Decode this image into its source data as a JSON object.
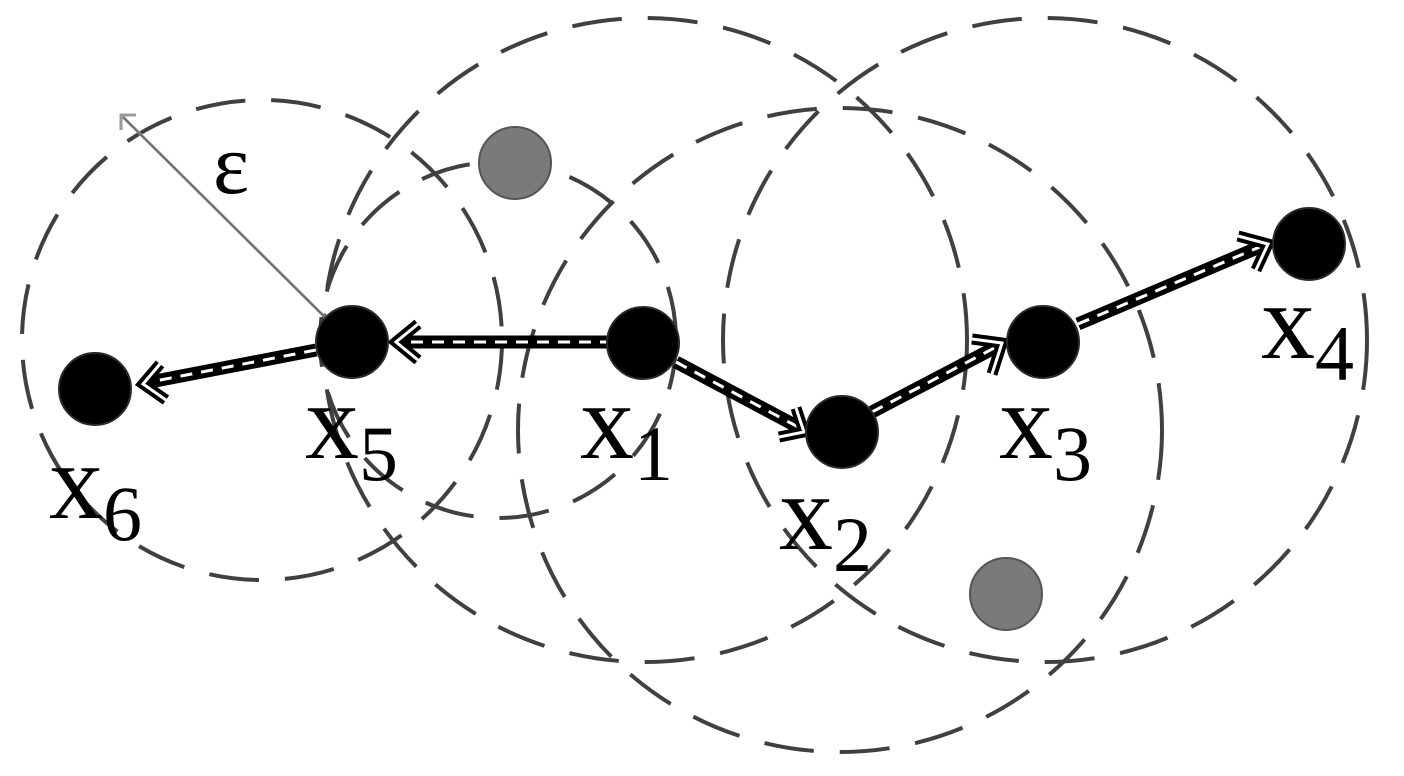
{
  "epsilon_label": "ε",
  "points": [
    {
      "id": "x1",
      "base": "x",
      "sub": "1",
      "kind": "core"
    },
    {
      "id": "x2",
      "base": "x",
      "sub": "2",
      "kind": "core"
    },
    {
      "id": "x3",
      "base": "x",
      "sub": "3",
      "kind": "core"
    },
    {
      "id": "x4",
      "base": "x",
      "sub": "4",
      "kind": "core"
    },
    {
      "id": "x5",
      "base": "x",
      "sub": "5",
      "kind": "core"
    },
    {
      "id": "x6",
      "base": "x",
      "sub": "6",
      "kind": "core"
    }
  ],
  "noise_points": 2,
  "arrows": [
    {
      "from": "x1",
      "to": "x5"
    },
    {
      "from": "x5",
      "to": "x6"
    },
    {
      "from": "x1",
      "to": "x2"
    },
    {
      "from": "x2",
      "to": "x3"
    },
    {
      "from": "x3",
      "to": "x4"
    }
  ],
  "colors": {
    "core_point": "#000000",
    "noise_point": "#7a7a7a",
    "circle_stroke": "#404040",
    "arrow": "#000000"
  }
}
